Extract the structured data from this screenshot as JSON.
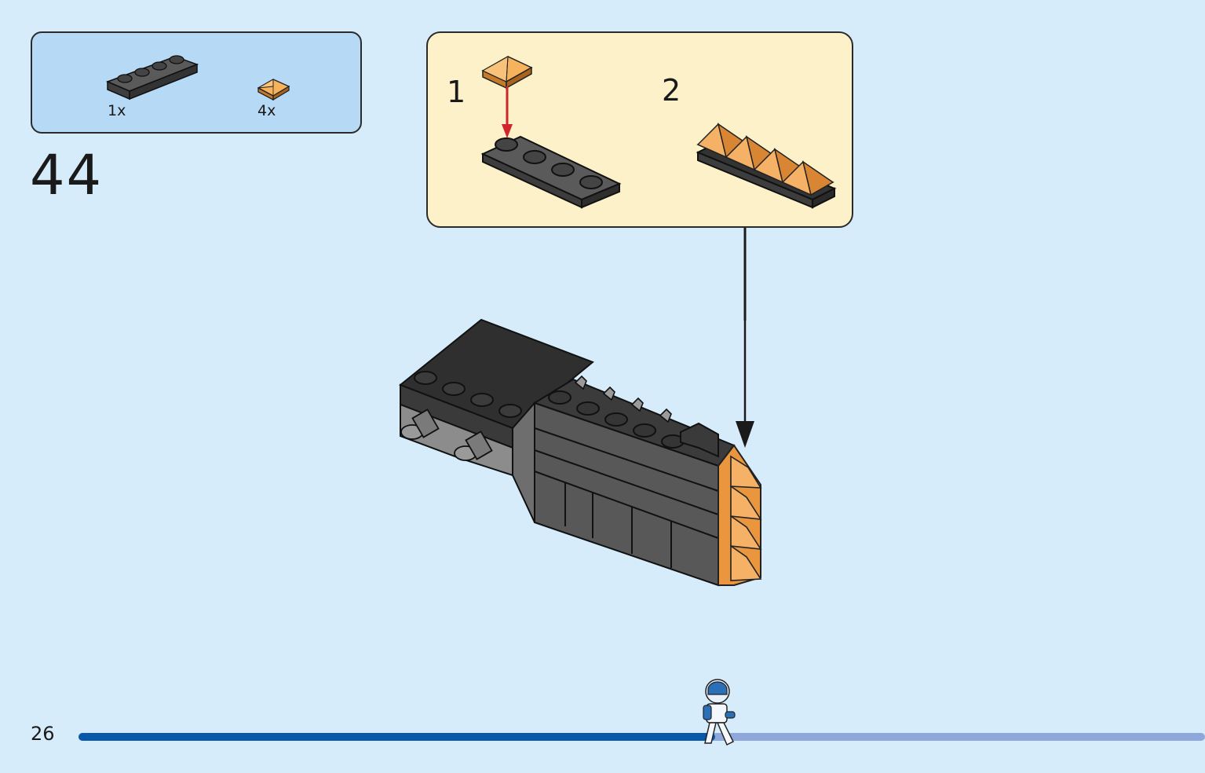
{
  "parts_list": {
    "items": [
      {
        "part": "1x4-plate-dark-grey",
        "qty": "1x"
      },
      {
        "part": "pyramid-tile-trans-orange",
        "qty": "4x"
      }
    ]
  },
  "step": {
    "number": "44"
  },
  "sub_assembly": {
    "steps": [
      {
        "label": "1"
      },
      {
        "label": "2"
      }
    ]
  },
  "footer": {
    "page_number": "26",
    "progress_fraction": 0.565
  },
  "colors": {
    "background": "#d6ecfb",
    "parts_box": "#b6daf5",
    "sub_box": "#fdf1c9",
    "plate": "#4a4a4a",
    "pyramid": "#f0a64a",
    "arrow_red": "#d0262b",
    "progress_done": "#0a58a8",
    "progress_todo": "#8fa8dc"
  }
}
